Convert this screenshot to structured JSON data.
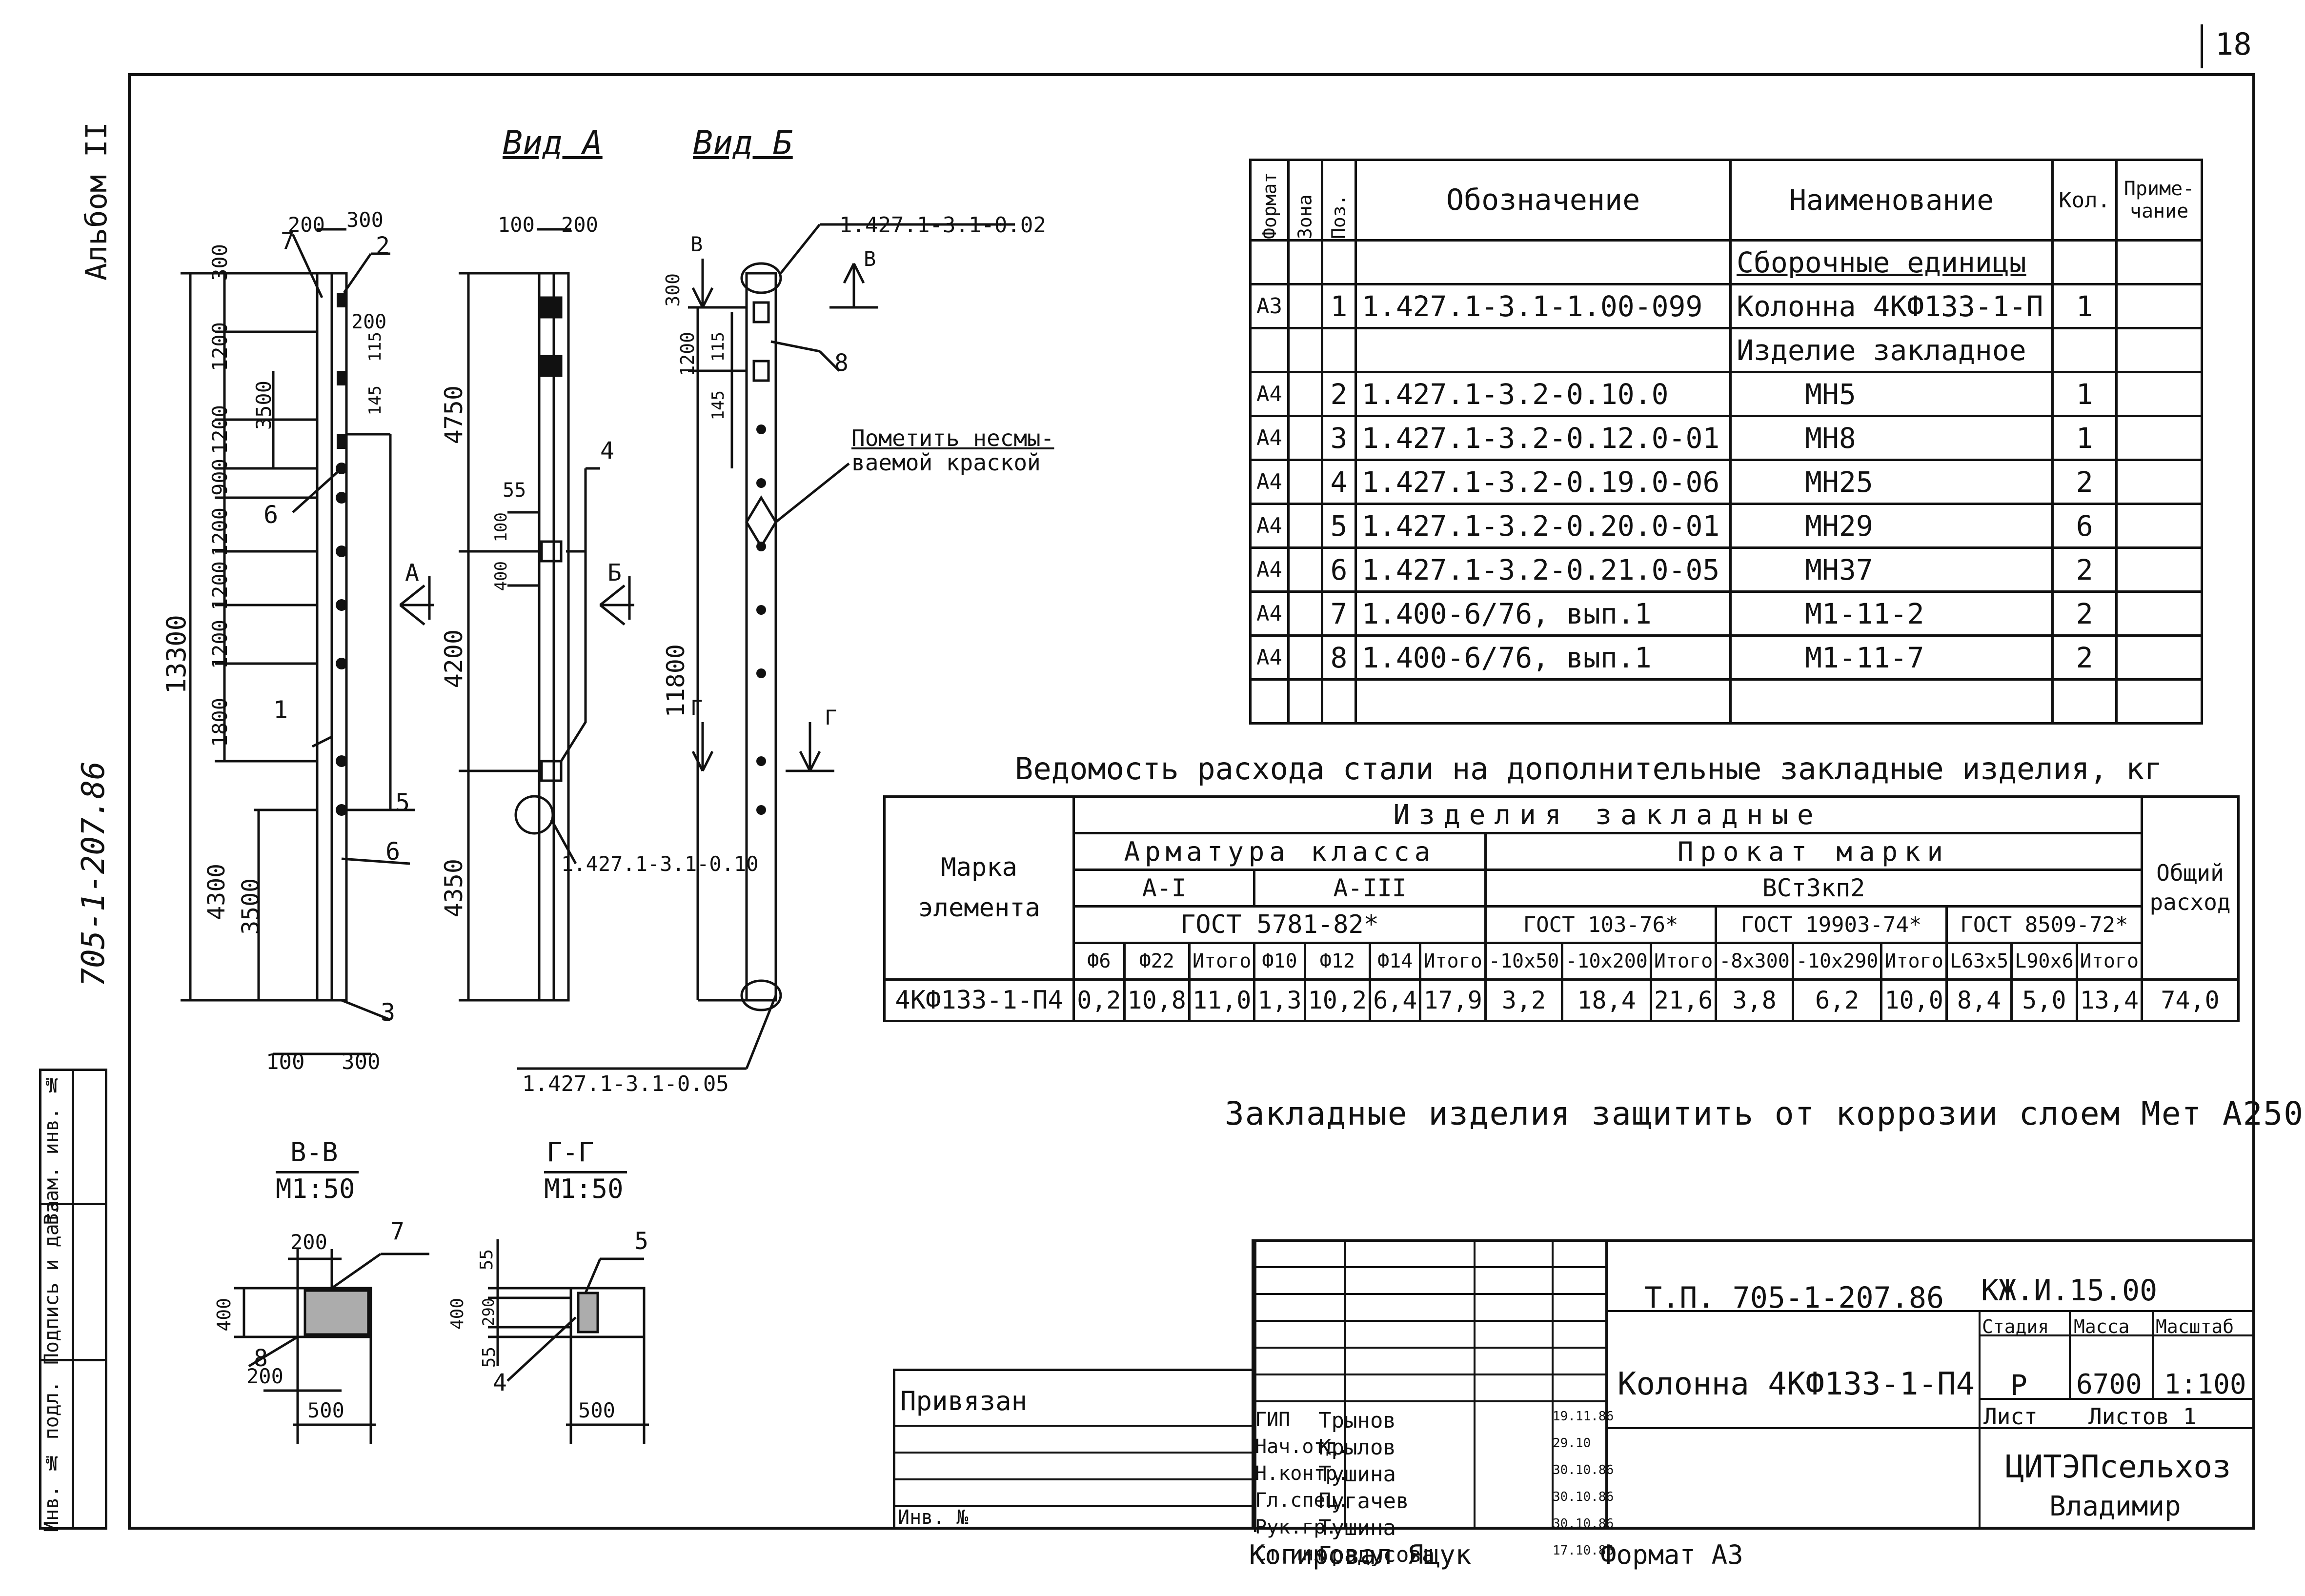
{
  "sheet_number": "18",
  "album_label": "Альбом II",
  "side_code": "705-1-207.86",
  "stamp_column": [
    "Инв. № подл.",
    "Подпись и дата",
    "Взам. инв. №"
  ],
  "views": {
    "view_a": "Вид А",
    "view_b": "Вид Б",
    "col1_dims": {
      "top_w": "200",
      "top_w2": "300",
      "pos2": "2",
      "pos7": "7",
      "d200": "200",
      "d115": "115",
      "d145": "145",
      "d300": "300",
      "d1200a": "1200",
      "d3500": "3500",
      "d1200b": "1200",
      "d900": "900",
      "d1200c": "1200",
      "d1200d": "1200",
      "d1200e": "1200",
      "d1800": "1800",
      "d13300": "13300",
      "d4300": "4300",
      "d3500b": "3500",
      "pos6a": "6",
      "pos1": "1",
      "pos5": "5",
      "pos6b": "6",
      "pos3": "3",
      "bot_w": "100",
      "bot_w2": "300"
    },
    "col2_dims": {
      "w100": "100",
      "w200": "200",
      "d4750": "4750",
      "d55": "55",
      "d100": "100",
      "d400": "400",
      "d4200": "4200",
      "d4350": "4350",
      "pos4": "4",
      "ref": "1.427.1-3.1-0.10"
    },
    "col3_dims": {
      "ref_top": "1.427.1-3.1-0.02",
      "d300": "300",
      "d1200": "1200",
      "d115": "115",
      "d145": "145",
      "d11800": "11800",
      "pos8": "8",
      "ref_bot": "1.427.1-3.1-0.05",
      "mark_b": "В",
      "mark_g": "Г"
    },
    "arrow_a": "А",
    "arrow_b": "Б",
    "note_paint": [
      "Пометить несмы-",
      "ваемой краской"
    ]
  },
  "sections": {
    "vv": {
      "title": "В-В",
      "scale": "М1:50",
      "d200a": "200",
      "d400": "400",
      "d200b": "200",
      "d500": "500",
      "pos7": "7",
      "pos8": "8"
    },
    "gg": {
      "title": "Г-Г",
      "scale": "М1:50",
      "d55a": "55",
      "d290": "290",
      "d400": "400",
      "d55b": "55",
      "d500": "500",
      "pos4": "4",
      "pos5": "5"
    }
  },
  "spec_table": {
    "headers": [
      "Формат",
      "Зона",
      "Поз.",
      "Обозначение",
      "Наименование",
      "Кол.",
      "Приме-чание"
    ],
    "rows": [
      {
        "fmt": "",
        "zone": "",
        "pos": "",
        "code": "",
        "name": "Сборочные единицы",
        "qty": "",
        "note": ""
      },
      {
        "fmt": "А3",
        "zone": "",
        "pos": "1",
        "code": "1.427.1-3.1-1.00-099",
        "name": "Колонна 4КФ133-1-П",
        "qty": "1",
        "note": ""
      },
      {
        "fmt": "",
        "zone": "",
        "pos": "",
        "code": "",
        "name": "Изделие закладное",
        "qty": "",
        "note": ""
      },
      {
        "fmt": "А4",
        "zone": "",
        "pos": "2",
        "code": "1.427.1-3.2-0.10.0",
        "name": "МН5",
        "qty": "1",
        "note": ""
      },
      {
        "fmt": "А4",
        "zone": "",
        "pos": "3",
        "code": "1.427.1-3.2-0.12.0-01",
        "name": "МН8",
        "qty": "1",
        "note": ""
      },
      {
        "fmt": "А4",
        "zone": "",
        "pos": "4",
        "code": "1.427.1-3.2-0.19.0-06",
        "name": "МН25",
        "qty": "2",
        "note": ""
      },
      {
        "fmt": "А4",
        "zone": "",
        "pos": "5",
        "code": "1.427.1-3.2-0.20.0-01",
        "name": "МН29",
        "qty": "6",
        "note": ""
      },
      {
        "fmt": "А4",
        "zone": "",
        "pos": "6",
        "code": "1.427.1-3.2-0.21.0-05",
        "name": "МН37",
        "qty": "2",
        "note": ""
      },
      {
        "fmt": "А4",
        "zone": "",
        "pos": "7",
        "code": "1.400-6/76, вып.1",
        "name": "М1-11-2",
        "qty": "2",
        "note": ""
      },
      {
        "fmt": "А4",
        "zone": "",
        "pos": "8",
        "code": "1.400-6/76, вып.1",
        "name": "М1-11-7",
        "qty": "2",
        "note": ""
      },
      {
        "fmt": "",
        "zone": "",
        "pos": "",
        "code": "",
        "name": "",
        "qty": "",
        "note": ""
      }
    ]
  },
  "steel_title": "Ведомость расхода стали на дополнительные закладные изделия, кг",
  "steel_table": {
    "mark_header": [
      "Марка",
      "элемента"
    ],
    "group": "Изделия закладные",
    "rebar": "Арматура класса",
    "rolled": "Прокат марки",
    "a1": "А-I",
    "a3": "А-III",
    "vst": "ВСт3кп2",
    "gost1": "ГОСТ 5781-82*",
    "gost2": "ГОСТ 103-76*",
    "gost3": "ГОСТ 19903-74*",
    "gost4": "ГОСТ 8509-72*",
    "total_header": [
      "Общий",
      "расход"
    ],
    "sub": [
      "Ф6",
      "Ф22",
      "Итого",
      "Ф10",
      "Ф12",
      "Ф14",
      "Итого",
      "-10х50",
      "-10х200",
      "Итого",
      "-8х300",
      "-10х290",
      "Итого",
      "L63х5",
      "L90х6",
      "Итого"
    ],
    "row": {
      "mark": "4КФ133-1-П4",
      "vals": [
        "0,2",
        "10,8",
        "11,0",
        "1,3",
        "10,2",
        "6,4",
        "17,9",
        "3,2",
        "18,4",
        "21,6",
        "3,8",
        "6,2",
        "10,0",
        "8,4",
        "5,0",
        "13,4"
      ],
      "total": "74,0"
    }
  },
  "corrosion_note": "Закладные изделия защитить от коррозии слоем Мет А250",
  "title_block": {
    "doc_code": "Т.П. 705-1-207.86",
    "sheet_code": "КЖ.И.15.00",
    "title": "Колонна 4КФ133-1-П4",
    "stage_h": "Стадия",
    "mass_h": "Масса",
    "scale_h": "Масштаб",
    "stage": "Р",
    "mass": "6700",
    "scale": "1:100",
    "sheet_h": "Лист",
    "sheets_h": "Листов 1",
    "org": [
      "ЦИТЭПсельхоз",
      "Владимир"
    ],
    "bound": "Привязан",
    "inv": "Инв. №",
    "people": [
      {
        "role": "ГИП",
        "name": "Трынов",
        "date": "19.11.86"
      },
      {
        "role": "Нач.отд.",
        "name": "Крылов",
        "date": "29.10"
      },
      {
        "role": "Н.контр.",
        "name": "Тушина",
        "date": "30.10.86"
      },
      {
        "role": "Гл.спец.",
        "name": "Пугачев",
        "date": "30.10.86"
      },
      {
        "role": "Рук.гр.",
        "name": "Тушина",
        "date": "30.10.86"
      },
      {
        "role": "Ст.инж.",
        "name": "Градусова",
        "date": "17.10.86"
      }
    ]
  },
  "copied": "Копировал Ящук",
  "format": "Формат А3"
}
